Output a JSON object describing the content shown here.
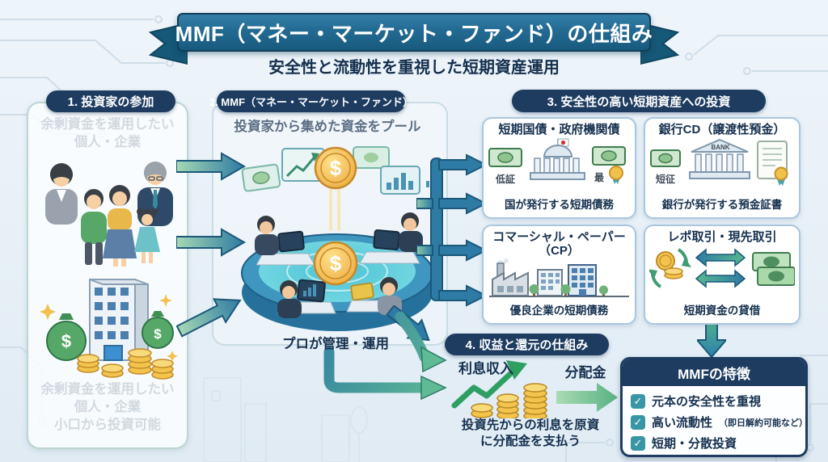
{
  "banner": {
    "title": "MMF（マネー・マーケット・ファンド）の仕組み",
    "subtitle": "安全性と流動性を重視した短期資産運用"
  },
  "section1": {
    "badge": "1. 投資家の参加",
    "top_caption": [
      "余剰資金を運用したい",
      "個人・企業"
    ],
    "bottom_caption": [
      "余剰資金を運用したい",
      "個人・企業",
      "小口から投資可能"
    ]
  },
  "section2": {
    "badge": "2. MMF（マネー・マーケット・ファンド）",
    "caption": "投資家から集めた資金をプール",
    "bottom_caption": "プロが管理・運用"
  },
  "section3": {
    "badge": "3. 安全性の高い短期資産への投資",
    "boxes": [
      {
        "title": "短期国債・政府機関債",
        "caption": "国が発行する短期債務"
      },
      {
        "title": "銀行CD（譲渡性預金）",
        "caption": "銀行が発行する預金証書"
      },
      {
        "title": "コマーシャル・ペーパー",
        "title2": "（CP）",
        "caption": "優良企業の短期債務"
      },
      {
        "title": "レポ取引・現先取引",
        "caption": "短期資金の貸借"
      }
    ]
  },
  "section4": {
    "badge": "4. 収益と還元の仕組み",
    "label_interest": "利息収入",
    "label_dividend": "分配金",
    "caption": [
      "投資先からの利息を原資",
      "に分配金を支払う"
    ]
  },
  "features": {
    "title": "MMFの特徴",
    "items": [
      {
        "label": "元本の安全性を重視",
        "note": ""
      },
      {
        "label": "高い流動性",
        "note": "（即日解約可能など）"
      },
      {
        "label": "短期・分散投資",
        "note": ""
      }
    ]
  },
  "symbols": {
    "dollar": "$",
    "bank": "BANK",
    "note_gov_left": "低証",
    "note_gov_right": "最",
    "note_bank": "短征"
  },
  "colors": {
    "badge_navy": "#1d3c60",
    "ribbon_blue": "#236a92",
    "arrow_teal": "#2e7ba3",
    "arrow_green": "#6fc29b",
    "coin_gold": "#f3c44d",
    "check_teal": "#3996a4",
    "box_border": "#a9c7e0",
    "text_navy": "#15304e"
  }
}
